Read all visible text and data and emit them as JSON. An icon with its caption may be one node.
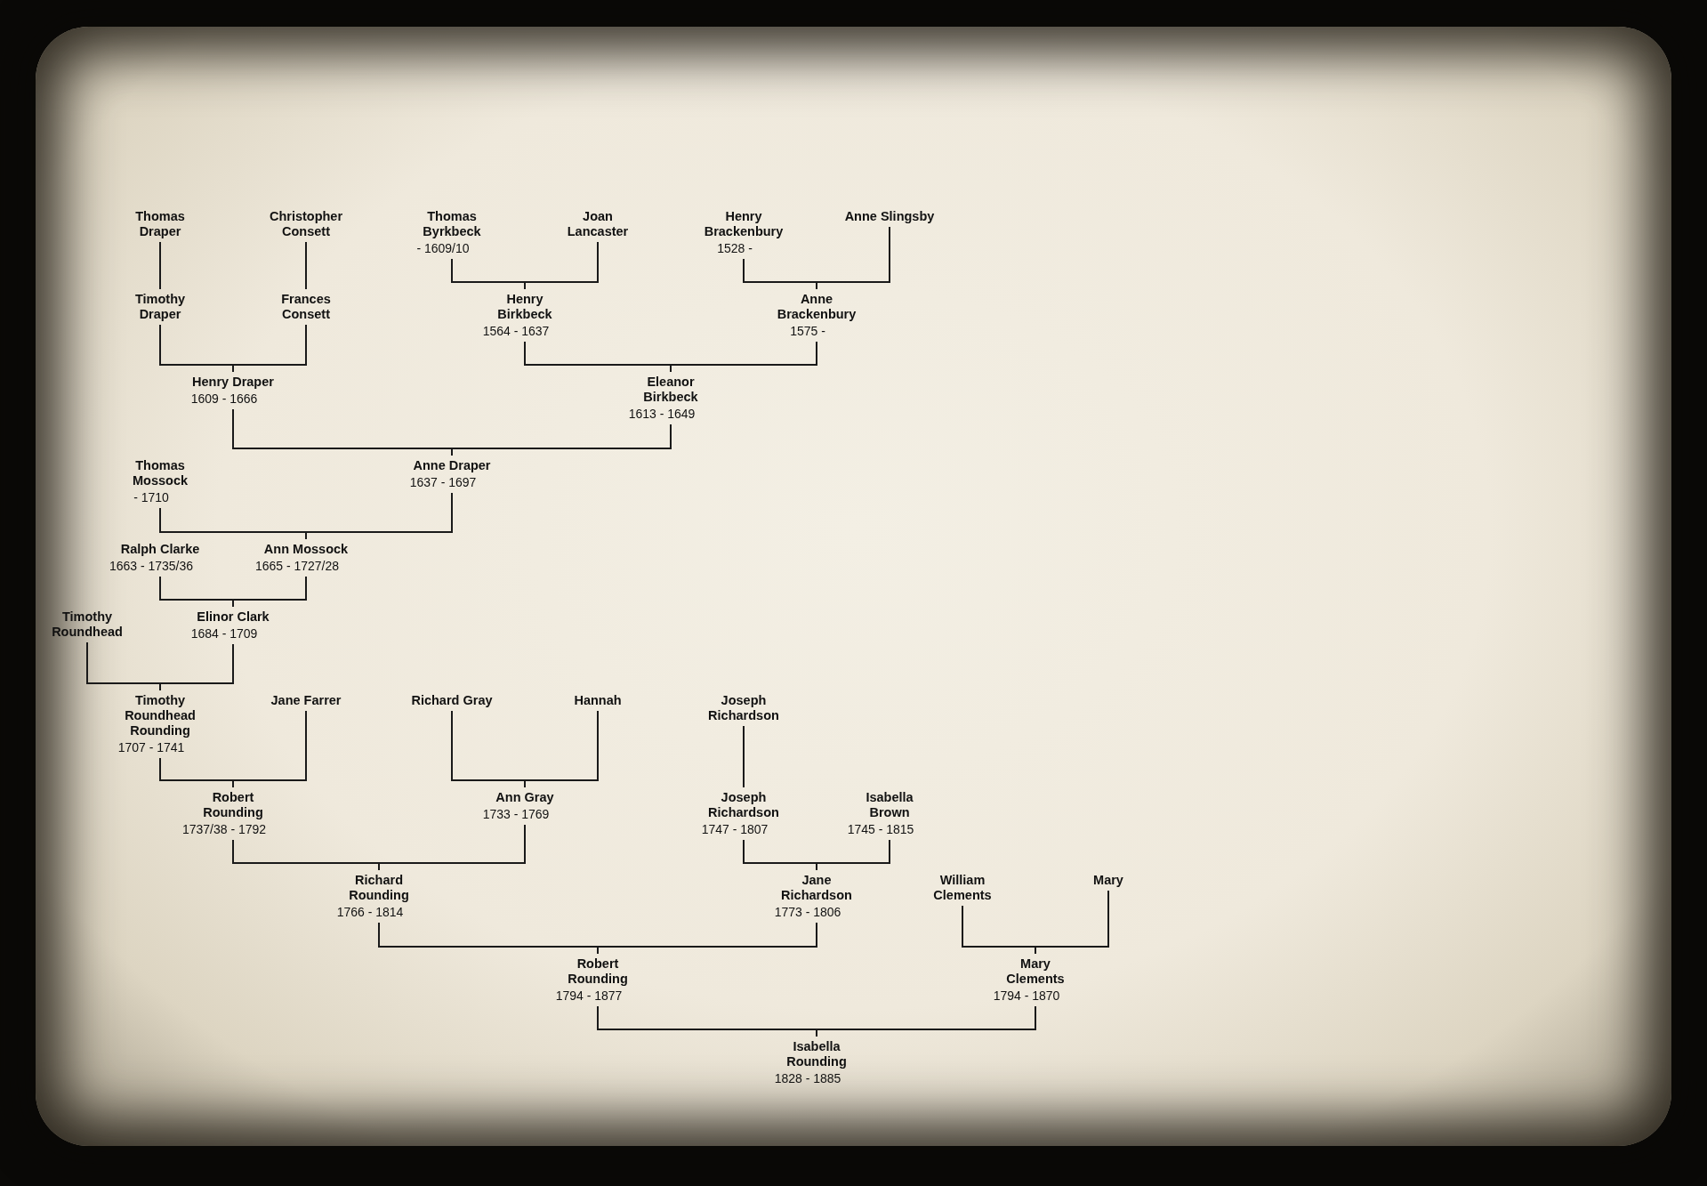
{
  "diagram": {
    "nodes": [
      {
        "text": [
          "Thomas Draper"
        ]
      },
      {
        "text": [
          "Christopher Consett"
        ]
      },
      {
        "text": [
          "Thomas Byrkbeck",
          "- 1609/10"
        ]
      },
      {
        "text": [
          "Joan Lancaster"
        ]
      },
      {
        "text": [
          "Henry Brackenbury",
          "1528 -"
        ]
      },
      {
        "text": [
          "Anne Slingsby"
        ]
      },
      {
        "text": [
          "Timothy Draper"
        ]
      },
      {
        "text": [
          "Frances Consett"
        ]
      },
      {
        "text": [
          "Henry Birkbeck",
          "1564 - 1637"
        ]
      },
      {
        "text": [
          "Anne Brackenbury",
          "1575 -"
        ]
      },
      {
        "text": [
          "Henry Draper",
          "1609 - 1666"
        ]
      },
      {
        "text": [
          "Eleanor Birkbeck",
          "1613 - 1649"
        ]
      },
      {
        "text": [
          "Thomas Mossock",
          "- 1710"
        ]
      },
      {
        "text": [
          "Anne Draper",
          "1637 - 1697"
        ]
      },
      {
        "text": [
          "Ralph Clarke",
          "1663 - 1735/36"
        ]
      },
      {
        "text": [
          "Ann Mossock",
          "1665 - 1727/28"
        ]
      },
      {
        "text": [
          "Timothy Roundhead"
        ]
      },
      {
        "text": [
          "Elinor Clark",
          "1684 - 1709"
        ]
      },
      {
        "text": [
          "Timothy Roundhead Rounding",
          "1707 - 1741"
        ]
      },
      {
        "text": [
          "Jane Farrer"
        ]
      },
      {
        "text": [
          "Richard Gray"
        ]
      },
      {
        "text": [
          "Hannah"
        ]
      },
      {
        "text": [
          "Joseph Richardson"
        ]
      },
      {
        "text": [
          "Robert Rounding",
          "1737/38 - 1792"
        ]
      },
      {
        "text": [
          "Ann Gray",
          "1733 - 1769"
        ]
      },
      {
        "text": [
          "Joseph Richardson",
          "1747 - 1807"
        ]
      },
      {
        "text": [
          "Isabella Brown",
          "1745 - 1815"
        ]
      },
      {
        "text": [
          "Richard Rounding",
          "1766 - 1814"
        ]
      },
      {
        "text": [
          "Jane Richardson",
          "1773 - 1806"
        ]
      },
      {
        "text": [
          "William Clements"
        ]
      },
      {
        "text": [
          "Mary"
        ]
      },
      {
        "text": [
          "Robert Rounding",
          "1794 - 1877"
        ]
      },
      {
        "text": [
          "Mary Clements",
          "1794 - 1870"
        ]
      },
      {
        "text": [
          "Isabella Rounding",
          "1828 - 1885"
        ]
      }
    ],
    "edges": [
      {
        "from": 0,
        "to": 6,
        "arrow": "none"
      },
      {
        "from": 1,
        "to": 7,
        "arrow": "none"
      },
      {
        "from": 2,
        "to": 8,
        "arrow": "none"
      },
      {
        "from": 3,
        "to": 8,
        "arrow": "none"
      },
      {
        "from": 4,
        "to": 9,
        "arrow": "none"
      },
      {
        "from": 5,
        "to": 9,
        "arrow": "none"
      },
      {
        "from": 6,
        "to": 10,
        "arrow": "none"
      },
      {
        "from": 7,
        "to": 10,
        "arrow": "none"
      },
      {
        "from": 8,
        "to": 11,
        "arrow": "none"
      },
      {
        "from": 9,
        "to": 11,
        "arrow": "none"
      },
      {
        "from": 10,
        "to": 13,
        "arrow": "none"
      },
      {
        "from": 11,
        "to": 13,
        "arrow": "none"
      },
      {
        "from": 12,
        "to": 15,
        "arrow": "none"
      },
      {
        "from": 13,
        "to": 15,
        "arrow": "none"
      },
      {
        "from": 14,
        "to": 17,
        "arrow": "none"
      },
      {
        "from": 15,
        "to": 17,
        "arrow": "none"
      },
      {
        "from": 16,
        "to": 18,
        "arrow": "none"
      },
      {
        "from": 17,
        "to": 18,
        "arrow": "none"
      },
      {
        "from": 18,
        "to": 23,
        "arrow": "none"
      },
      {
        "from": 19,
        "to": 23,
        "arrow": "none"
      },
      {
        "from": 20,
        "to": 24,
        "arrow": "none"
      },
      {
        "from": 21,
        "to": 24,
        "arrow": "none"
      },
      {
        "from": 22,
        "to": 25,
        "arrow": "none"
      },
      {
        "from": 23,
        "to": 27,
        "arrow": "none"
      },
      {
        "from": 24,
        "to": 27,
        "arrow": "none"
      },
      {
        "from": 25,
        "to": 28,
        "arrow": "none"
      },
      {
        "from": 26,
        "to": 28,
        "arrow": "none"
      },
      {
        "from": 27,
        "to": 31,
        "arrow": "none"
      },
      {
        "from": 28,
        "to": 31,
        "arrow": "none"
      },
      {
        "from": 29,
        "to": 32,
        "arrow": "none"
      },
      {
        "from": 30,
        "to": 32,
        "arrow": "none"
      },
      {
        "from": 31,
        "to": 33,
        "arrow": "none"
      },
      {
        "from": 32,
        "to": 33,
        "arrow": "none"
      }
    ]
  }
}
